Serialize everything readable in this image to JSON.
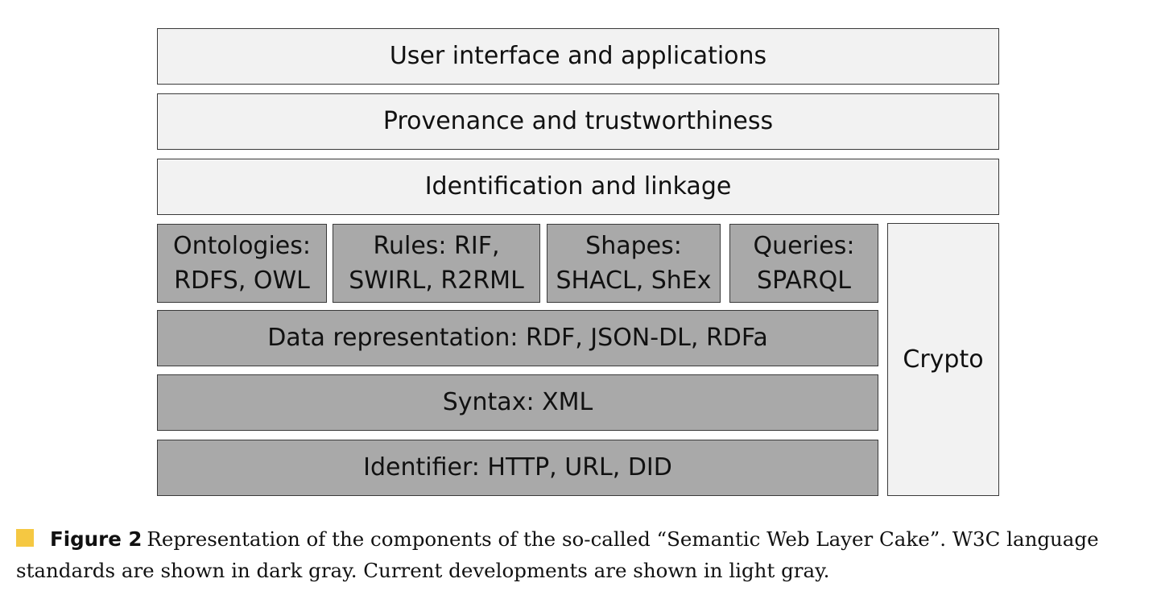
{
  "diagram": {
    "layers": {
      "ui": "User interface and applications",
      "provenance": "Provenance and trustworthiness",
      "identification": "Identification and linkage",
      "ontologies": [
        "Ontologies:",
        "RDFS, OWL"
      ],
      "rules": [
        "Rules: RIF,",
        "SWIRL, R2RML"
      ],
      "shapes": [
        "Shapes:",
        "SHACL, ShEx"
      ],
      "queries": [
        "Queries:",
        "SPARQL"
      ],
      "data_representation": "Data representation: RDF, JSON-DL, RDFa",
      "syntax": "Syntax: XML",
      "identifier": "Identifier: HTTP, URL, DID",
      "crypto": "Crypto"
    }
  },
  "caption": {
    "label": "Figure 2",
    "text": "Representation of the components of the so-called “Semantic Web Layer Cake”.  W3C language standards are shown in dark gray.  Current developments are shown in light gray.",
    "marker_color": "#f5c842"
  },
  "colors": {
    "light_gray": "#f2f2f2",
    "dark_gray": "#a9a9a9"
  }
}
